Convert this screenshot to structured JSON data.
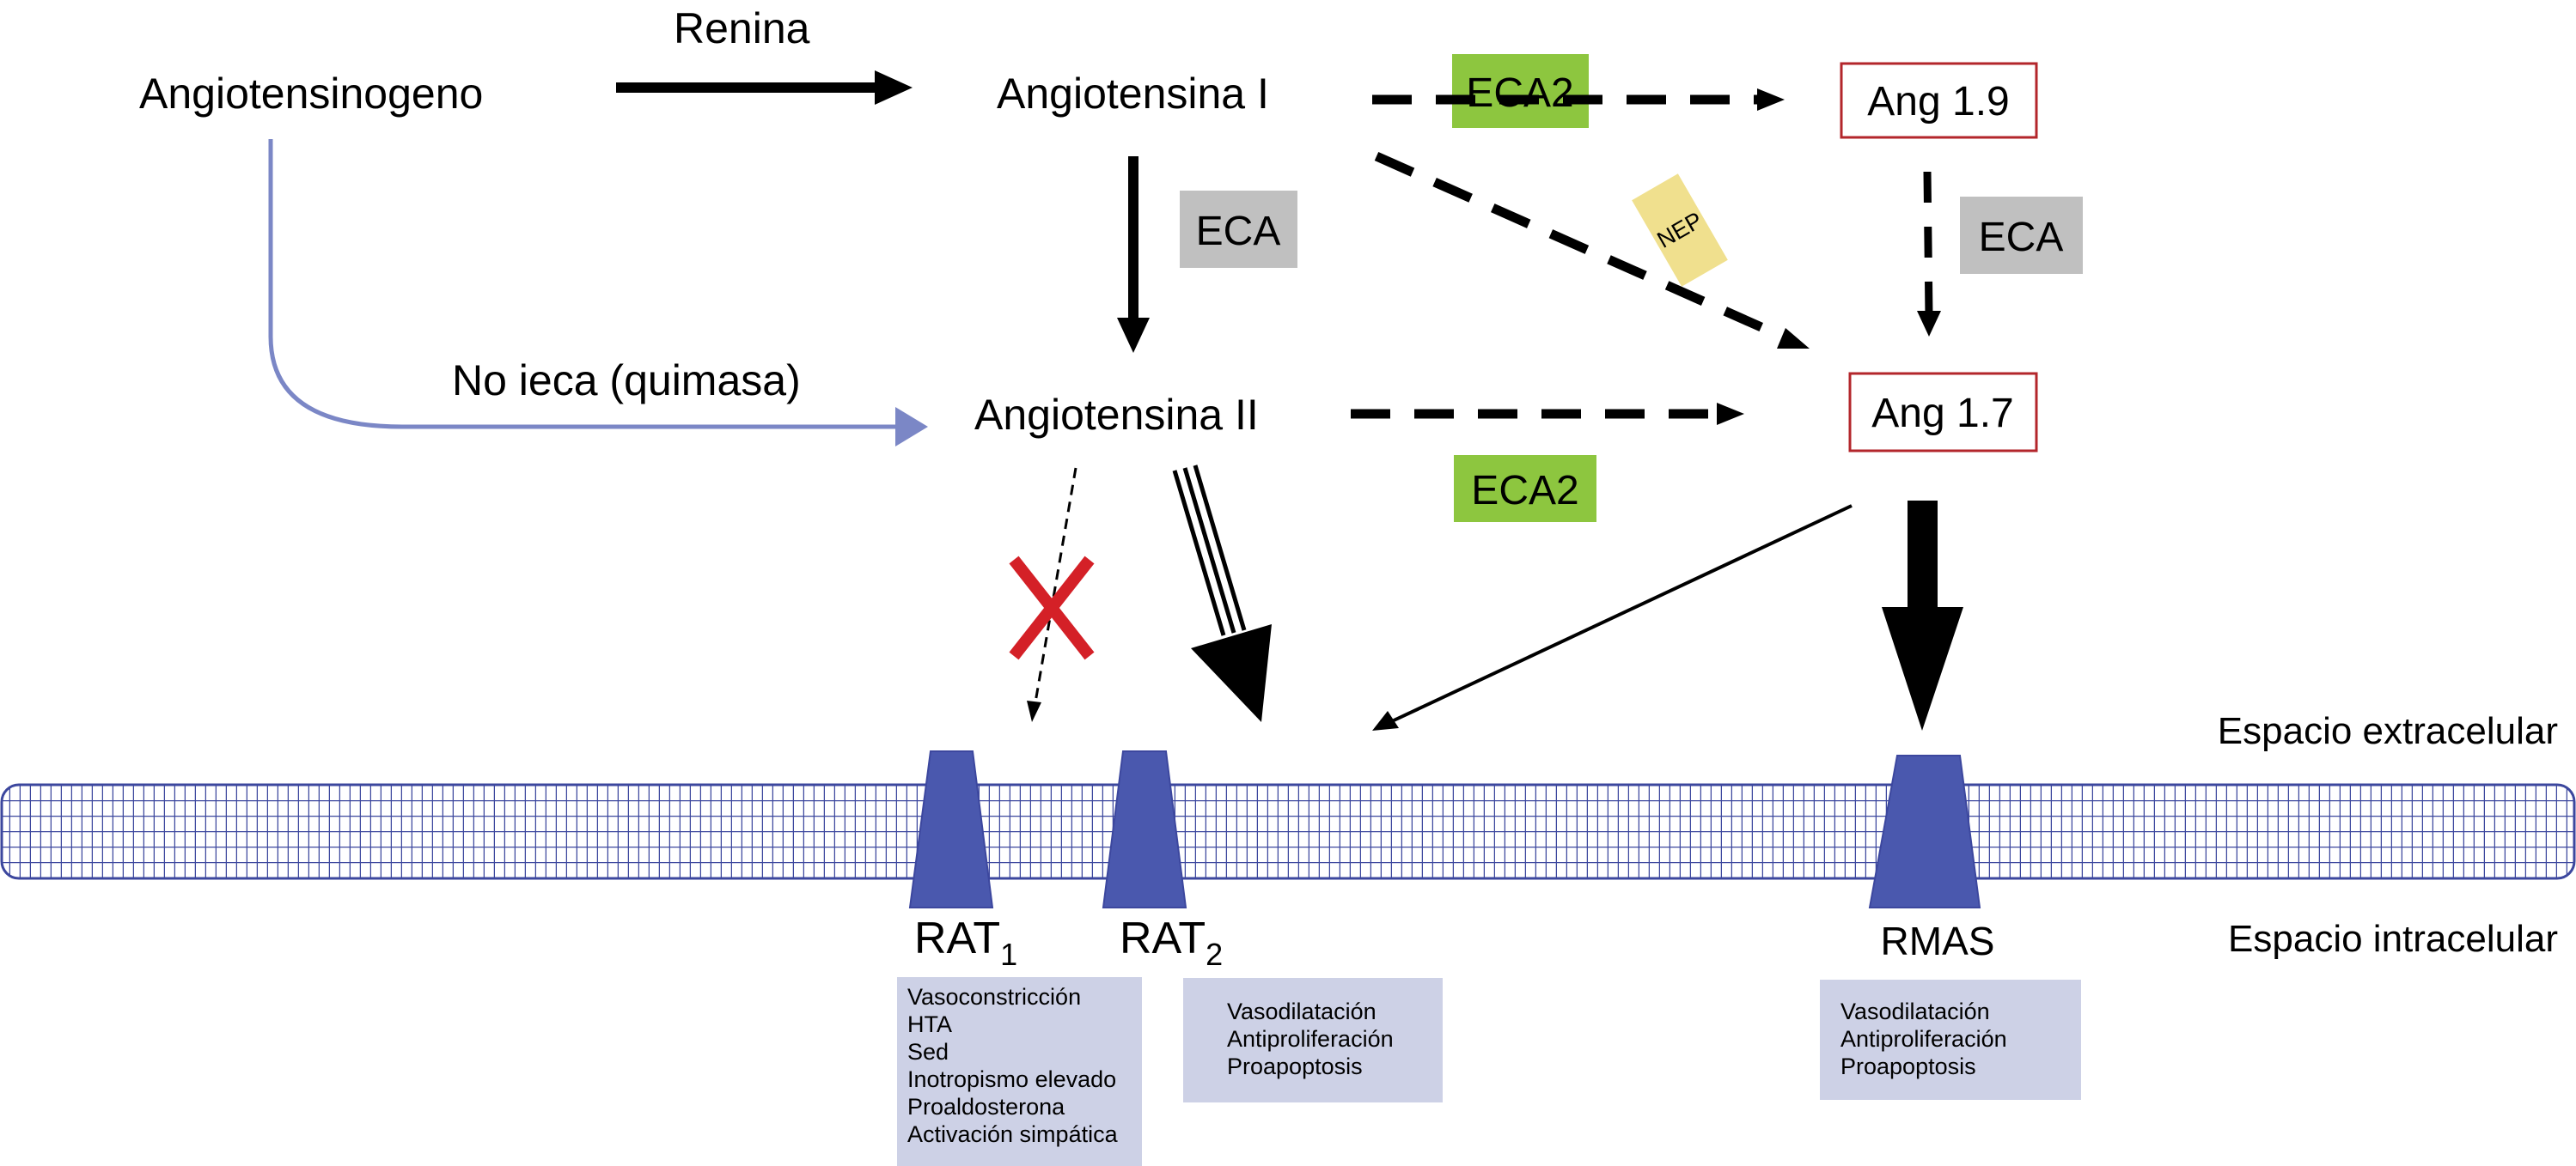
{
  "nodes": {
    "angiotensinogeno": "Angiotensinogeno",
    "angiotensina_i": "Angiotensina I",
    "angiotensina_ii": "Angiotensina II",
    "ang_1_9": "Ang 1.9",
    "ang_1_7": "Ang 1.7"
  },
  "enzymes": {
    "renina": "Renina",
    "eca_top": "ECA",
    "eca_right": "ECA",
    "eca2_top": "ECA2",
    "eca2_bottom": "ECA2",
    "nep": "NEP",
    "no_ieca": "No ieca (quimasa)"
  },
  "spaces": {
    "extracelular": "Espacio extracelular",
    "intracelular": "Espacio intracelular"
  },
  "receptors": [
    {
      "name": "RAT",
      "sub": "1",
      "effects": [
        "Vasoconstricción",
        "HTA",
        "Sed",
        "Inotropismo elevado",
        "Proaldosterona",
        "Activación simpática"
      ]
    },
    {
      "name": "RAT",
      "sub": "2",
      "effects": [
        "Vasodilatación",
        "Antiproliferación",
        "Proapoptosis"
      ]
    },
    {
      "name": "RMAS",
      "sub": "",
      "effects": [
        "Vasodilatación",
        "Antiproliferación",
        "Proapoptosis"
      ]
    }
  ],
  "colors": {
    "eca2_green": "#8dc63f",
    "eca_gray": "#c0c0c0",
    "nep_yellow": "#f0e08e",
    "ang_box_border": "#b3262b",
    "quimasa_path": "#7b87c6",
    "membrane": "#3c479e",
    "receptor": "#4a58ae",
    "effect_box": "#cdd1e6",
    "blocked_x": "#d42027"
  }
}
